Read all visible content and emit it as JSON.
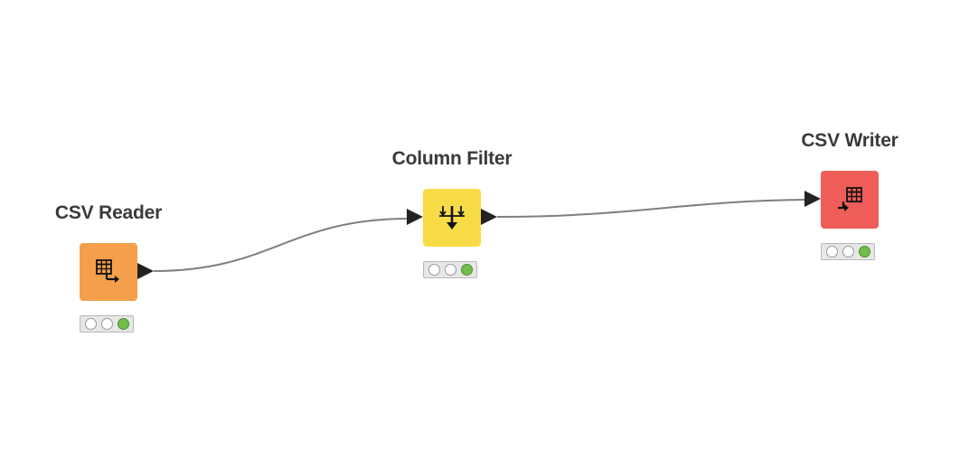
{
  "workflow": {
    "nodes": [
      {
        "title": "CSV Reader",
        "color": "#f4a04a",
        "icon": "csv-reader-icon",
        "status": [
          "inactive",
          "inactive",
          "executed"
        ]
      },
      {
        "title": "Column Filter",
        "color": "#f7dc47",
        "icon": "column-filter-icon",
        "status": [
          "inactive",
          "inactive",
          "executed"
        ]
      },
      {
        "title": "CSV Writer",
        "color": "#ef5d58",
        "icon": "csv-writer-icon",
        "status": [
          "inactive",
          "inactive",
          "executed"
        ]
      }
    ],
    "connections": [
      {
        "from": "CSV Reader",
        "to": "Column Filter"
      },
      {
        "from": "Column Filter",
        "to": "CSV Writer"
      }
    ],
    "colors": {
      "edge": "#7f7f7f",
      "port": "#222222",
      "status_green": "#6fbf4a"
    }
  }
}
